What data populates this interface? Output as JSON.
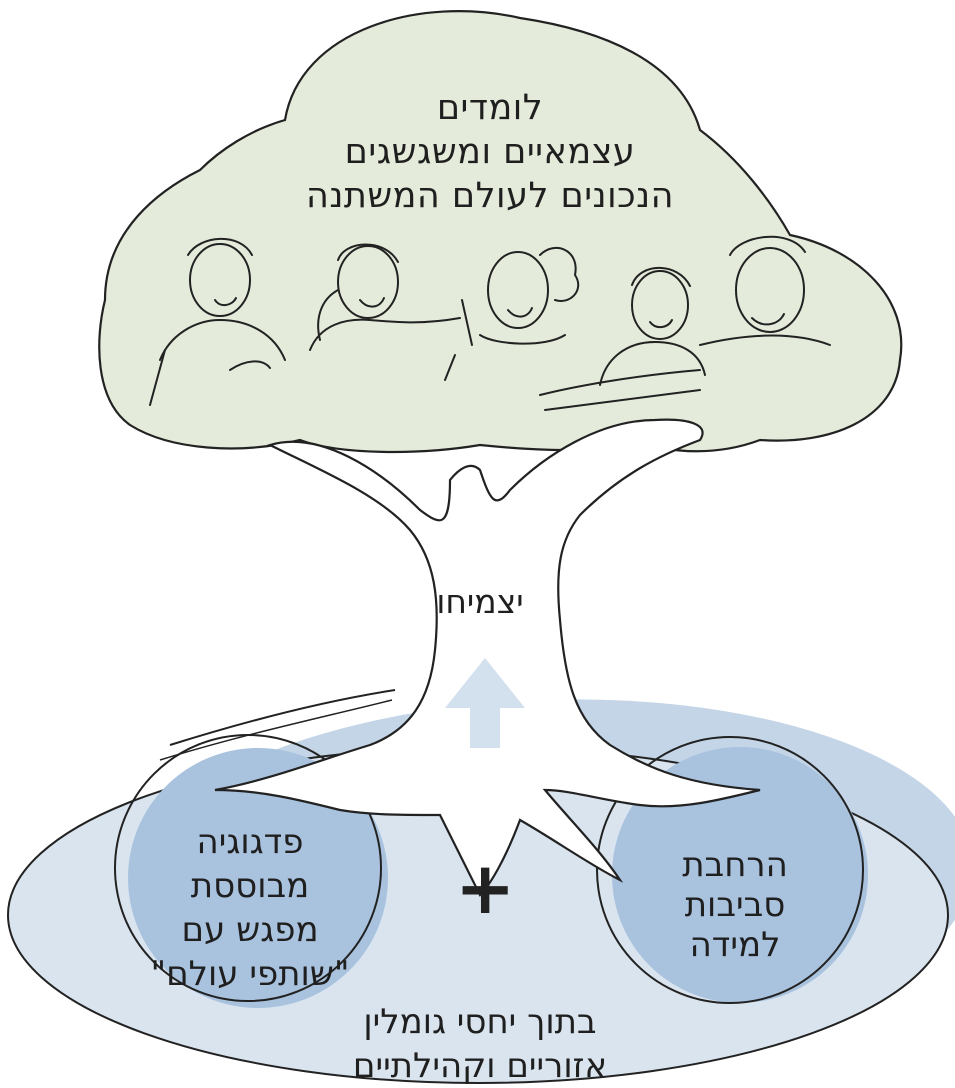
{
  "crown": {
    "lines": [
      "לומדים",
      "עצמאיים ומשגשגים",
      "הנכונים לעולם המשתנה"
    ]
  },
  "trunk": {
    "label": "יצמיחו"
  },
  "left_root": {
    "lines": [
      "פדגוגיה",
      "מבוססת",
      "מפגש עם",
      "\"שותפי עולם\""
    ]
  },
  "right_root": {
    "lines": [
      "הרחבת",
      "סביבות",
      "למידה"
    ]
  },
  "plus_sign": "+",
  "ground": {
    "lines": [
      "בתוך יחסי גומלין",
      "אזוריים וקהילתיים"
    ]
  },
  "colors": {
    "crown_fill": "#e4ebda",
    "ground_fill": "#d9e4ef",
    "ground_shadow": "#c3d5e6",
    "circle_fill": "#a9c3df",
    "arrow_fill": "#d3e0ee",
    "line": "#222222"
  },
  "icons": [
    "group-of-five-people-illustration",
    "up-arrow-icon",
    "plus-icon"
  ]
}
